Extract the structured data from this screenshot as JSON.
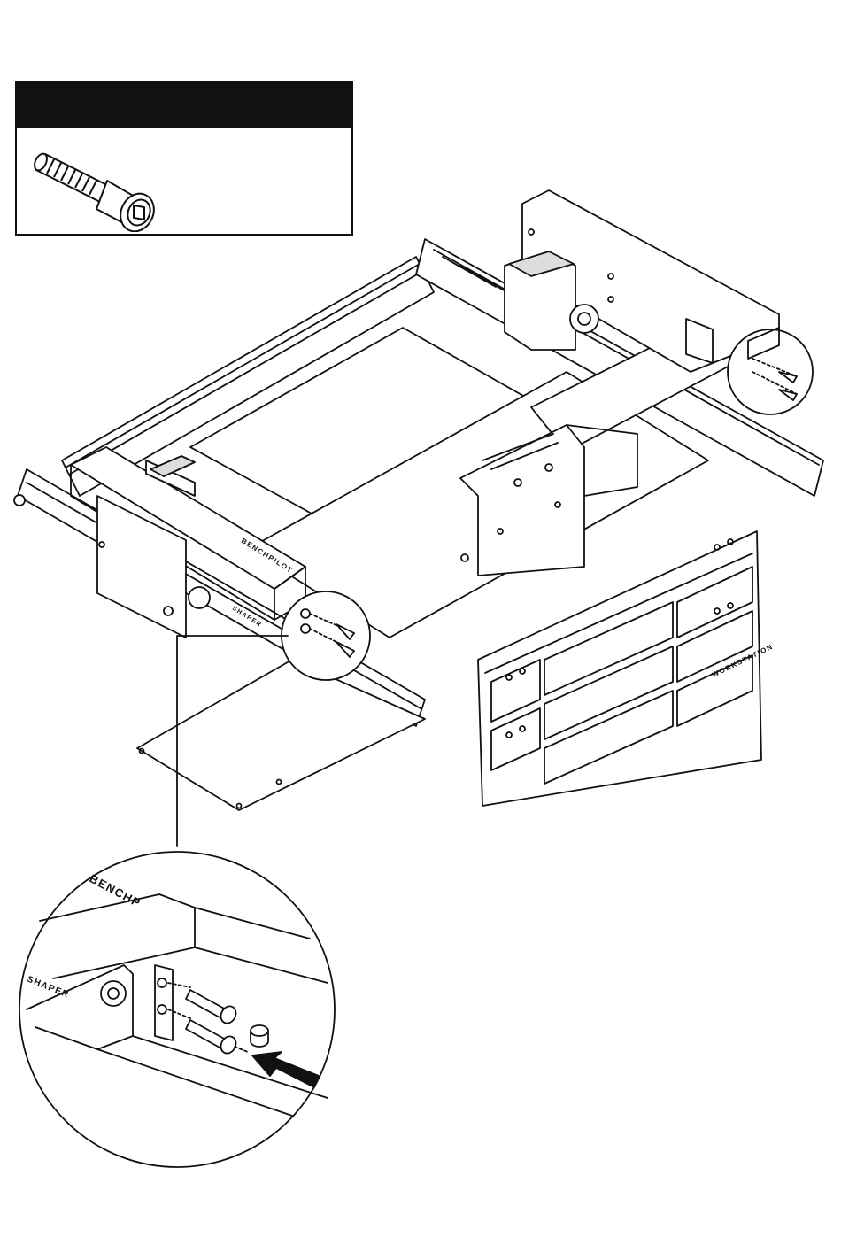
{
  "parts_box": {
    "header_text": "",
    "part_icon": "socket-cap-screw-icon"
  },
  "labels": {
    "benchpilot": "BENCHPILOT",
    "shaper": "SHAPER",
    "workstation": "WORKSTATION",
    "detail_benchpilot": "BENCHP",
    "detail_shaper": "SHAPER"
  }
}
